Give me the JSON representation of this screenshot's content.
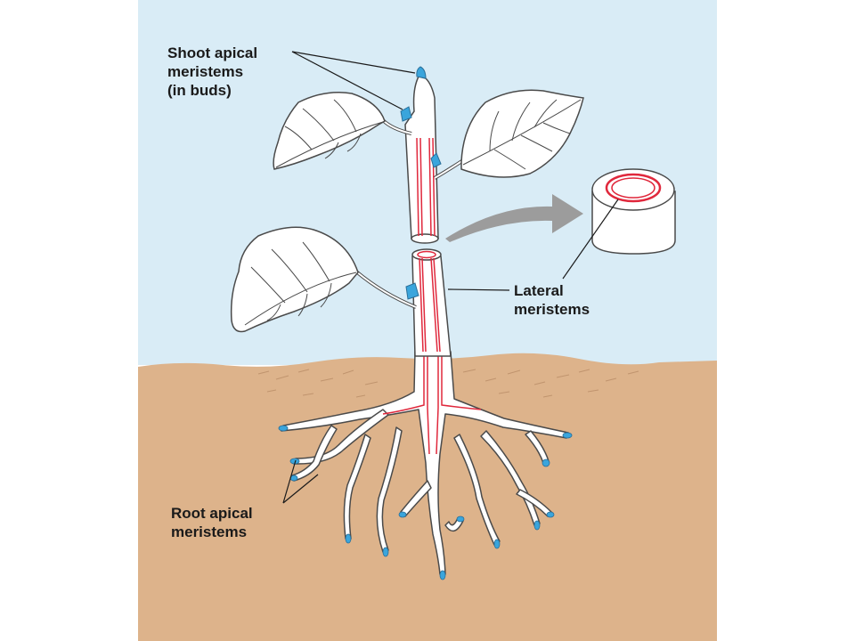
{
  "labels": {
    "shoot": [
      "Shoot apical",
      "meristems",
      "(in buds)"
    ],
    "lateral": [
      "Lateral",
      "meristems"
    ],
    "root": [
      "Root apical",
      "meristems"
    ]
  },
  "colors": {
    "sky": "#d9ecf6",
    "soil": "#ddb38b",
    "plant": "#ffffff",
    "outline": "#4a4a4a",
    "meristem_tip": "#3aa5dc",
    "lateral_meristem": "#e0283c",
    "arrow": "#9c9c9c"
  }
}
